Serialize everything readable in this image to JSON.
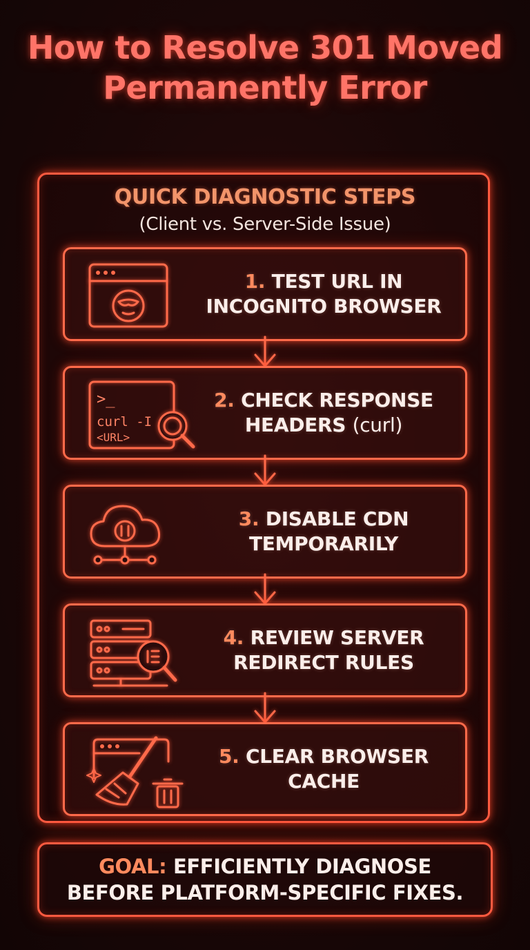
{
  "title": {
    "line1": "How to Resolve 301 Moved",
    "line2": "Permanently Error"
  },
  "panel": {
    "heading": "QUICK DIAGNOSTIC STEPS",
    "subheading": "(Client vs. Server-Side Issue)"
  },
  "steps": [
    {
      "number": "1.",
      "line1": "TEST URL IN",
      "line2": "INCOGNITO BROWSER",
      "icon": "incognito-browser-icon"
    },
    {
      "number": "2.",
      "line1": "CHECK RESPONSE",
      "line2": "HEADERS",
      "line2_extra": "(curl)",
      "icon": "terminal-search-icon",
      "icon_text": {
        "prompt": ">_",
        "cmd": "curl -I",
        "arg": "<URL>"
      }
    },
    {
      "number": "3.",
      "line1": "DISABLE CDN",
      "line2": "TEMPORARILY",
      "icon": "cloud-pause-icon"
    },
    {
      "number": "4.",
      "line1": "REVIEW SERVER",
      "line2": "REDIRECT RULES",
      "icon": "server-search-icon"
    },
    {
      "number": "5.",
      "line1": "CLEAR BROWSER",
      "line2": "CACHE",
      "icon": "broom-trash-icon"
    }
  ],
  "goal": {
    "key": "GOAL:",
    "line1": "EFFICIENTLY DIAGNOSE",
    "line2": "BEFORE PLATFORM-SPECIFIC FIXES."
  },
  "colors": {
    "accent": "#ff6a4a",
    "title": "#ff7468",
    "heading": "#f2946a",
    "text": "#fbeeea",
    "background": "#1a0707"
  }
}
